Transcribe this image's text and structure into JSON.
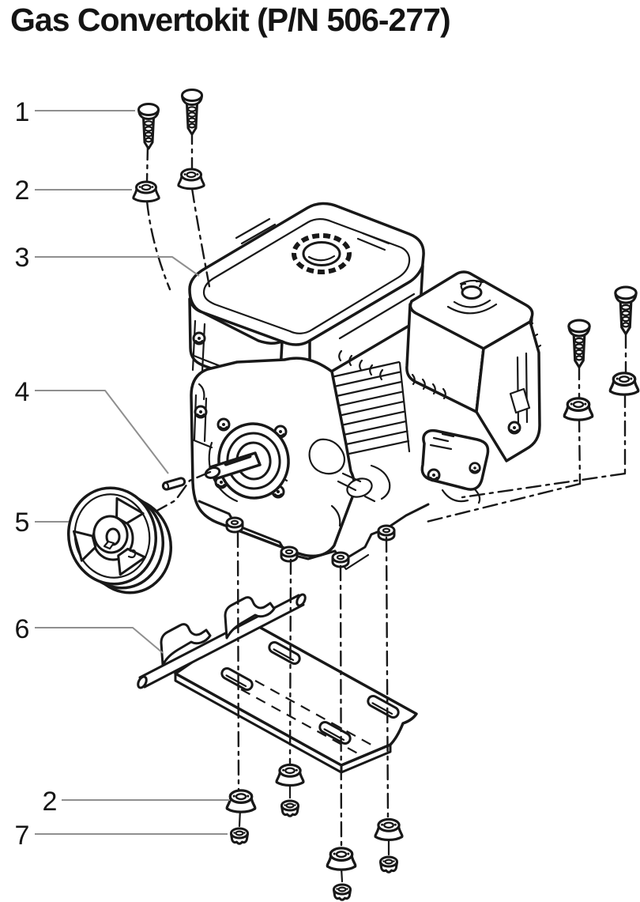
{
  "title": "Gas Convertokit (P/N 506-277)",
  "diagram": {
    "callouts": [
      {
        "label": "1"
      },
      {
        "label": "2"
      },
      {
        "label": "3"
      },
      {
        "label": "4"
      },
      {
        "label": "5"
      },
      {
        "label": "6"
      },
      {
        "label": "2"
      },
      {
        "label": "7"
      }
    ],
    "colors": {
      "ink": "#181818",
      "leader": "#8f8f8f",
      "paper": "#ffffff"
    }
  }
}
